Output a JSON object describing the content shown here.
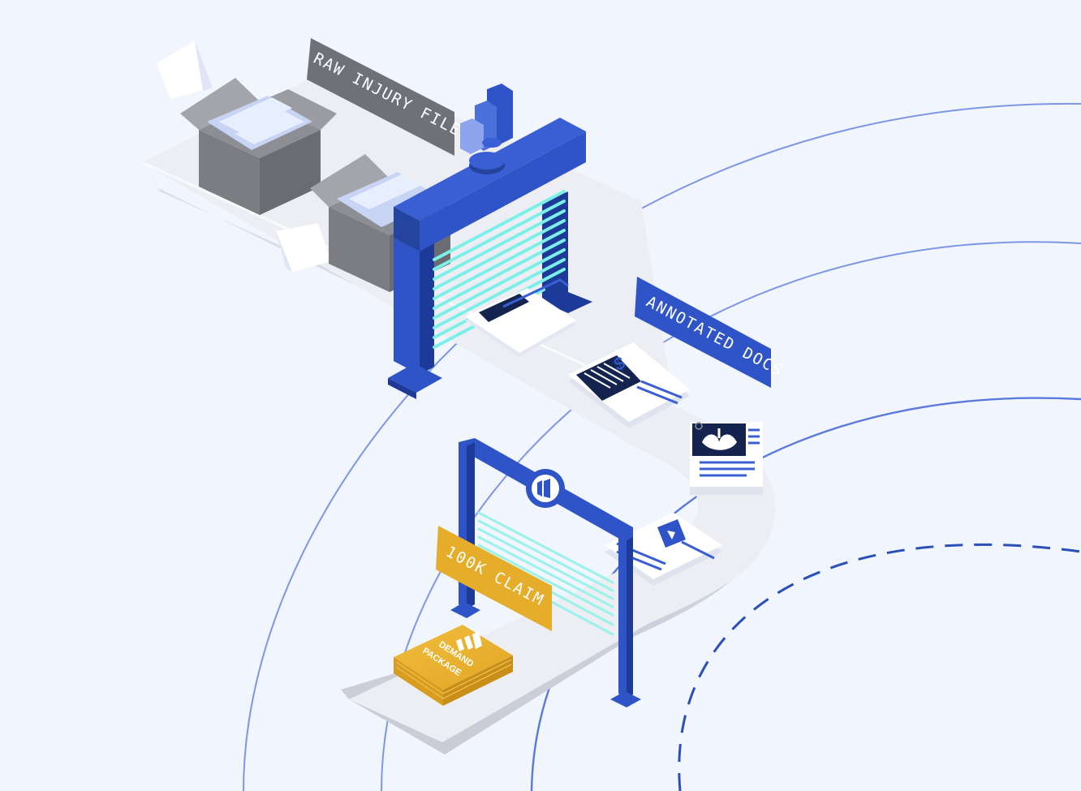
{
  "labels": {
    "raw_files": "RAW INJURY FILES",
    "annotated_docs": "ANNOTATED DOCS",
    "claim": "100K CLAIM"
  },
  "package": {
    "line1": "DEMAND",
    "line2": "PACKAGE"
  },
  "colors": {
    "background": "#f1f5fd",
    "primary_blue": "#2f54c8",
    "dark_blue": "#1d3a99",
    "navy": "#14244f",
    "gold": "#e6ad2b",
    "gray_tag": "#6f7179",
    "scan_cyan": "#7cf0e8",
    "belt": "#eceef3"
  }
}
